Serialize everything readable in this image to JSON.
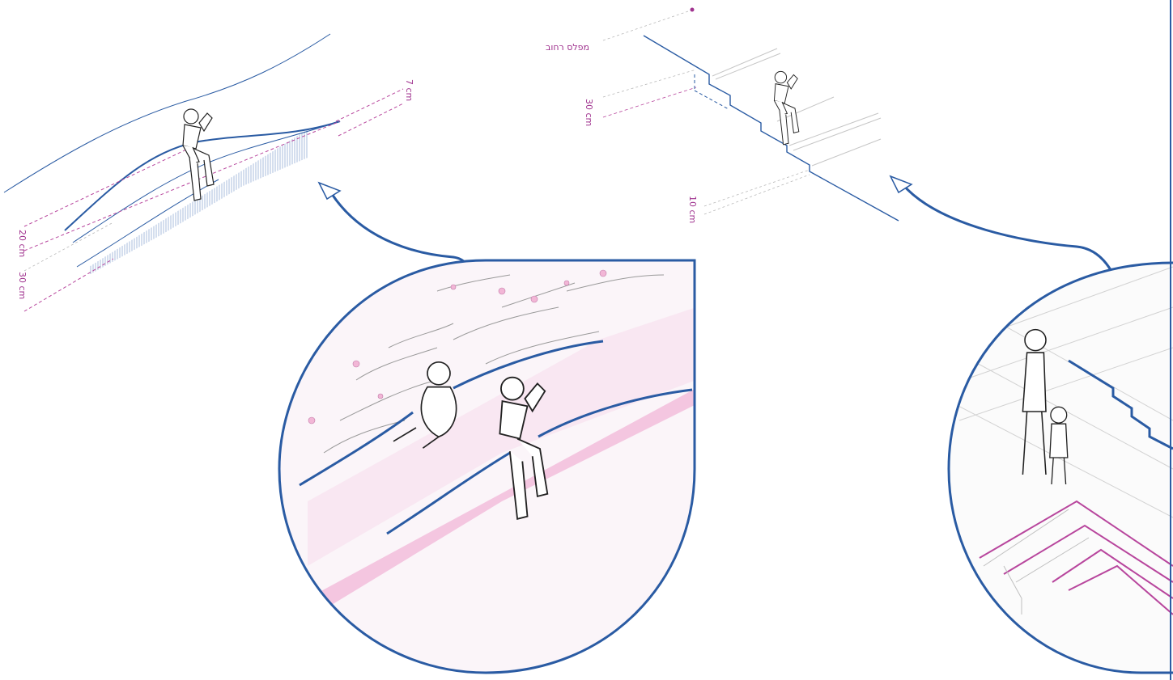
{
  "labels": {
    "left_top_height": "7 cm",
    "left_mid_height": "20 cm",
    "left_low_height": "30 cm",
    "right_riser_height": "30 cm",
    "right_step_height": "10 cm",
    "right_caption": "מפלס רחוב"
  },
  "colors": {
    "outline_blue": "#2a5ba3",
    "dimension_magenta": "#b8469d",
    "fill_pink": "#f4c6e0",
    "background": "#ffffff"
  },
  "icons": {
    "sitting_child": "child-figure-icon",
    "callout_arrow": "arrow-head-icon"
  }
}
